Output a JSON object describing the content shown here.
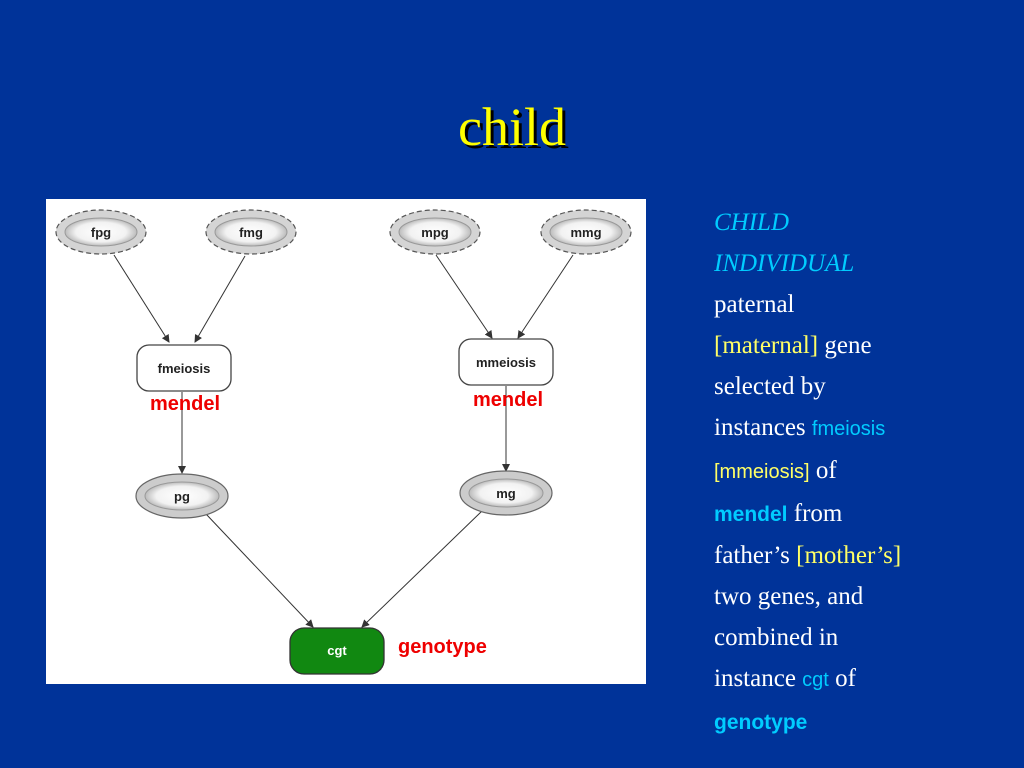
{
  "slide": {
    "title": "child"
  },
  "diagram": {
    "nodes": {
      "fpg": "fpg",
      "fmg": "fmg",
      "mpg": "mpg",
      "mmg": "mmg",
      "fmeiosis": "fmeiosis",
      "mmeiosis": "mmeiosis",
      "pg": "pg",
      "mg": "mg",
      "cgt": "cgt"
    },
    "annotations": {
      "fmeiosis_class": "mendel",
      "mmeiosis_class": "mendel",
      "cgt_class": "genotype"
    },
    "edges": [
      [
        "fpg",
        "fmeiosis"
      ],
      [
        "fmg",
        "fmeiosis"
      ],
      [
        "mpg",
        "mmeiosis"
      ],
      [
        "mmg",
        "mmeiosis"
      ],
      [
        "fmeiosis",
        "pg"
      ],
      [
        "mmeiosis",
        "mg"
      ],
      [
        "pg",
        "cgt"
      ],
      [
        "mg",
        "cgt"
      ]
    ],
    "colors": {
      "annotation_red": "#EE0000",
      "cgt_fill": "#118811",
      "ellipse_fill": "#DDDDDD"
    }
  },
  "description": {
    "heading_line1": "CHILD",
    "heading_line2": "INDIVIDUAL",
    "w_paternal": "paternal",
    "w_maternal": "[maternal]",
    "w_gene": "gene",
    "w_selected_by": "selected by",
    "w_instances": "instances",
    "w_fmeiosis": "fmeiosis",
    "w_mmeiosis": "[mmeiosis]",
    "w_of1": "of",
    "w_mendel": "mendel",
    "w_from": "from",
    "w_fathers": "father’s",
    "w_mothers": "[mother’s]",
    "w_two_genes": "two genes, and",
    "w_combined_in": "combined in",
    "w_instance": "instance",
    "w_cgt": "cgt",
    "w_of2": "of",
    "w_genotype": "genotype"
  },
  "colors": {
    "background": "#003399",
    "title": "#FFFF00",
    "accent_cyan": "#00CCFF",
    "accent_yellow": "#FFFF66"
  }
}
